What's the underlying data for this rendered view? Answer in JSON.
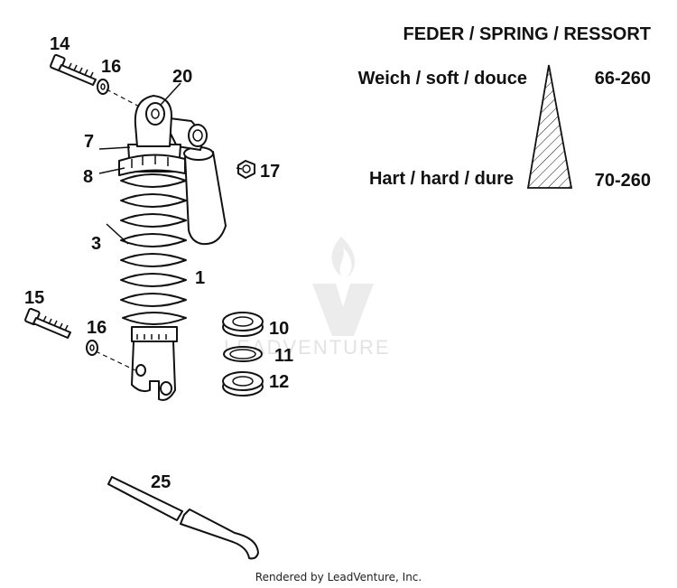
{
  "header": {
    "title": "FEDER / SPRING / RESSORT",
    "soft_label": "Weich / soft / douce",
    "soft_value": "66-260",
    "hard_label": "Hart / hard / dure",
    "hard_value": "70-260"
  },
  "callouts": {
    "p14": "14",
    "p16a": "16",
    "p20": "20",
    "p7": "7",
    "p8": "8",
    "p17": "17",
    "p3": "3",
    "p1": "1",
    "p15": "15",
    "p16b": "16",
    "p10": "10",
    "p11": "11",
    "p12": "12",
    "p25": "25"
  },
  "watermark": {
    "text": "LEADVENTURE"
  },
  "footer": {
    "text": "Rendered by LeadVenture, Inc."
  }
}
